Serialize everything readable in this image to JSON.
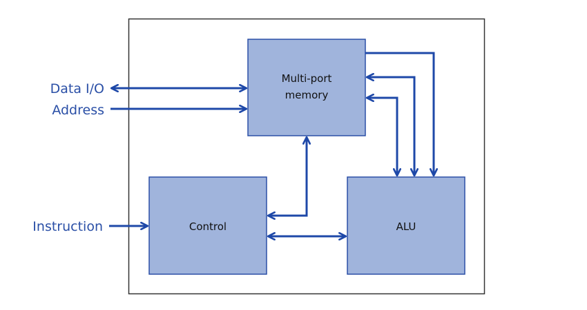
{
  "colors": {
    "frame": "#333333",
    "block_fill": "#a0b4dc",
    "block_stroke": "#2a4fa6",
    "wire": "#1e48a8",
    "external_text": "#2a4fa6",
    "block_text": "#111111"
  },
  "blocks": {
    "memory": {
      "line1": "Multi-port",
      "line2": "memory"
    },
    "control": {
      "label": "Control"
    },
    "alu": {
      "label": "ALU"
    }
  },
  "external_signals": {
    "data_io": "Data I/O",
    "address": "Address",
    "instruction": "Instruction"
  },
  "connections": [
    {
      "from": "Data I/O",
      "to": "Multi-port memory",
      "direction": "bidirectional"
    },
    {
      "from": "Address",
      "to": "Multi-port memory",
      "direction": "forward"
    },
    {
      "from": "Instruction",
      "to": "Control",
      "direction": "forward"
    },
    {
      "from": "Control",
      "to": "Multi-port memory",
      "direction": "bidirectional"
    },
    {
      "from": "Control",
      "to": "ALU",
      "direction": "bidirectional"
    },
    {
      "from": "Multi-port memory",
      "to": "ALU",
      "direction": "forward"
    },
    {
      "from": "Multi-port memory",
      "to": "ALU",
      "direction": "bidirectional"
    },
    {
      "from": "Multi-port memory",
      "to": "ALU",
      "direction": "bidirectional"
    }
  ]
}
